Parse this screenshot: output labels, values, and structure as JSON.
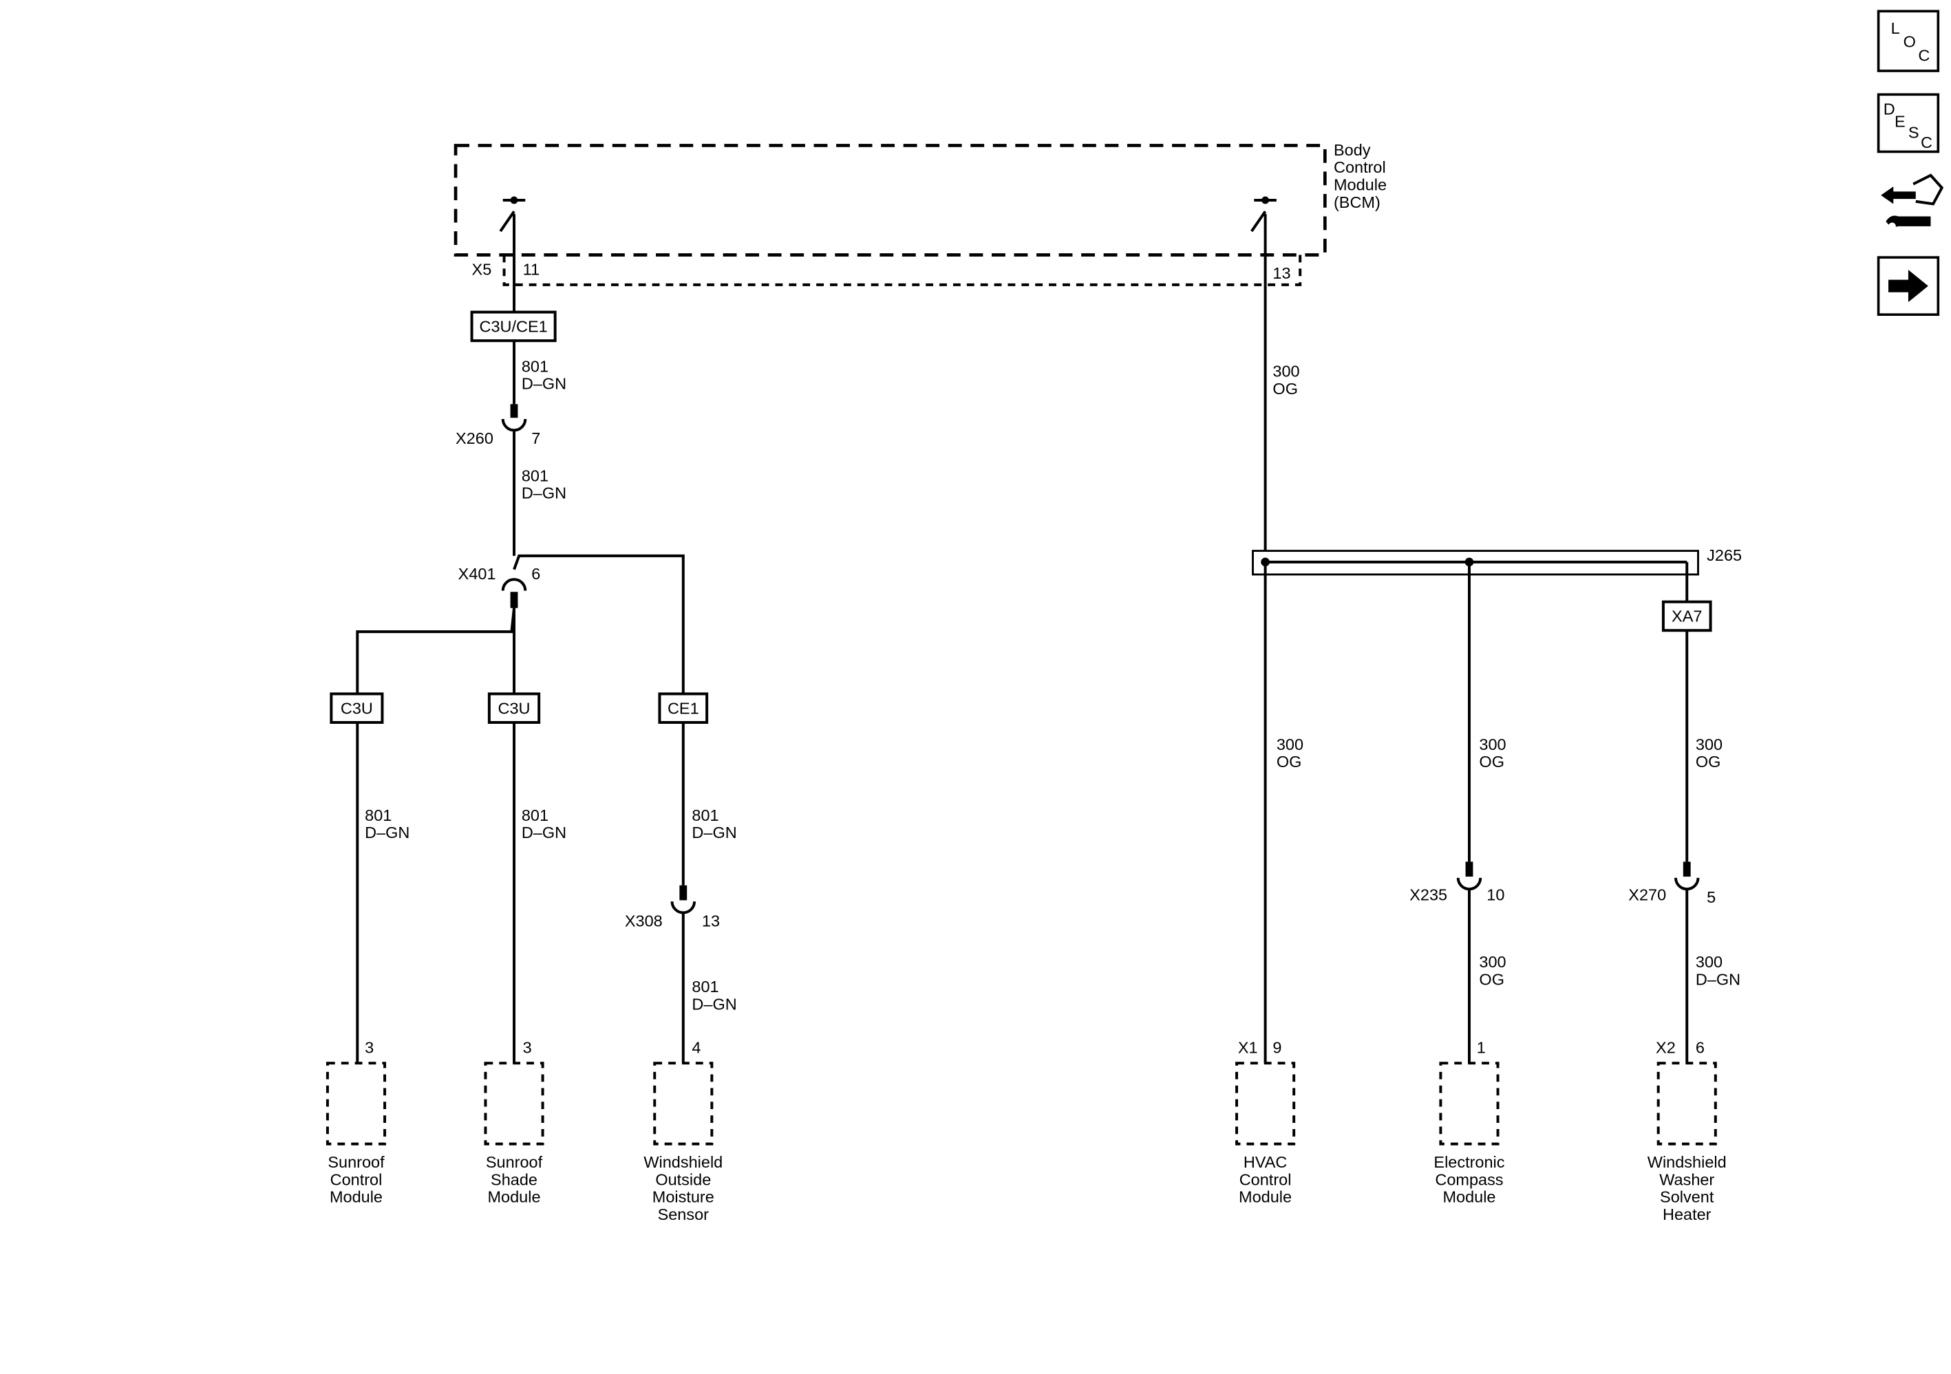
{
  "bcm": {
    "label": [
      "Body",
      "Control",
      "Module",
      "(BCM)"
    ]
  },
  "connectors": {
    "x5": "X5",
    "x5_pin": "11",
    "bcm_pin_right": "13",
    "x260": "X260",
    "x260_pin": "7",
    "x401": "X401",
    "x401_pin": "6",
    "x308": "X308",
    "x308_pin": "13",
    "x235": "X235",
    "x235_pin": "10",
    "x270": "X270",
    "x270_pin": "5",
    "j265": "J265"
  },
  "options": {
    "c3u_ce1": "C3U/CE1",
    "c3u_a": "C3U",
    "c3u_b": "C3U",
    "ce1": "CE1",
    "xa7": "XA7"
  },
  "wires": {
    "w801": {
      "circuit": "801",
      "color": "D–GN"
    },
    "w300": {
      "circuit": "300",
      "color": "OG"
    },
    "w300dgn": {
      "circuit": "300",
      "color": "D–GN"
    }
  },
  "components": [
    {
      "pin": "3",
      "conn": "",
      "label": [
        "Sunroof",
        "Control",
        "Module"
      ]
    },
    {
      "pin": "3",
      "conn": "",
      "label": [
        "Sunroof",
        "Shade",
        "Module"
      ]
    },
    {
      "pin": "4",
      "conn": "",
      "label": [
        "Windshield",
        "Outside",
        "Moisture",
        "Sensor"
      ]
    },
    {
      "pin": "9",
      "conn": "X1",
      "label": [
        "HVAC",
        "Control",
        "Module"
      ]
    },
    {
      "pin": "1",
      "conn": "",
      "label": [
        "Electronic",
        "Compass",
        "Module"
      ]
    },
    {
      "pin": "6",
      "conn": "X2",
      "label": [
        "Windshield",
        "Washer",
        "Solvent",
        "Heater"
      ]
    }
  ],
  "nav": {
    "loc": [
      "L",
      "O",
      "C"
    ],
    "desc": [
      "D",
      "E",
      "S",
      "C"
    ],
    "icons": [
      "loc-icon",
      "desc-icon",
      "connector-tool-icon",
      "next-arrow-icon"
    ]
  }
}
